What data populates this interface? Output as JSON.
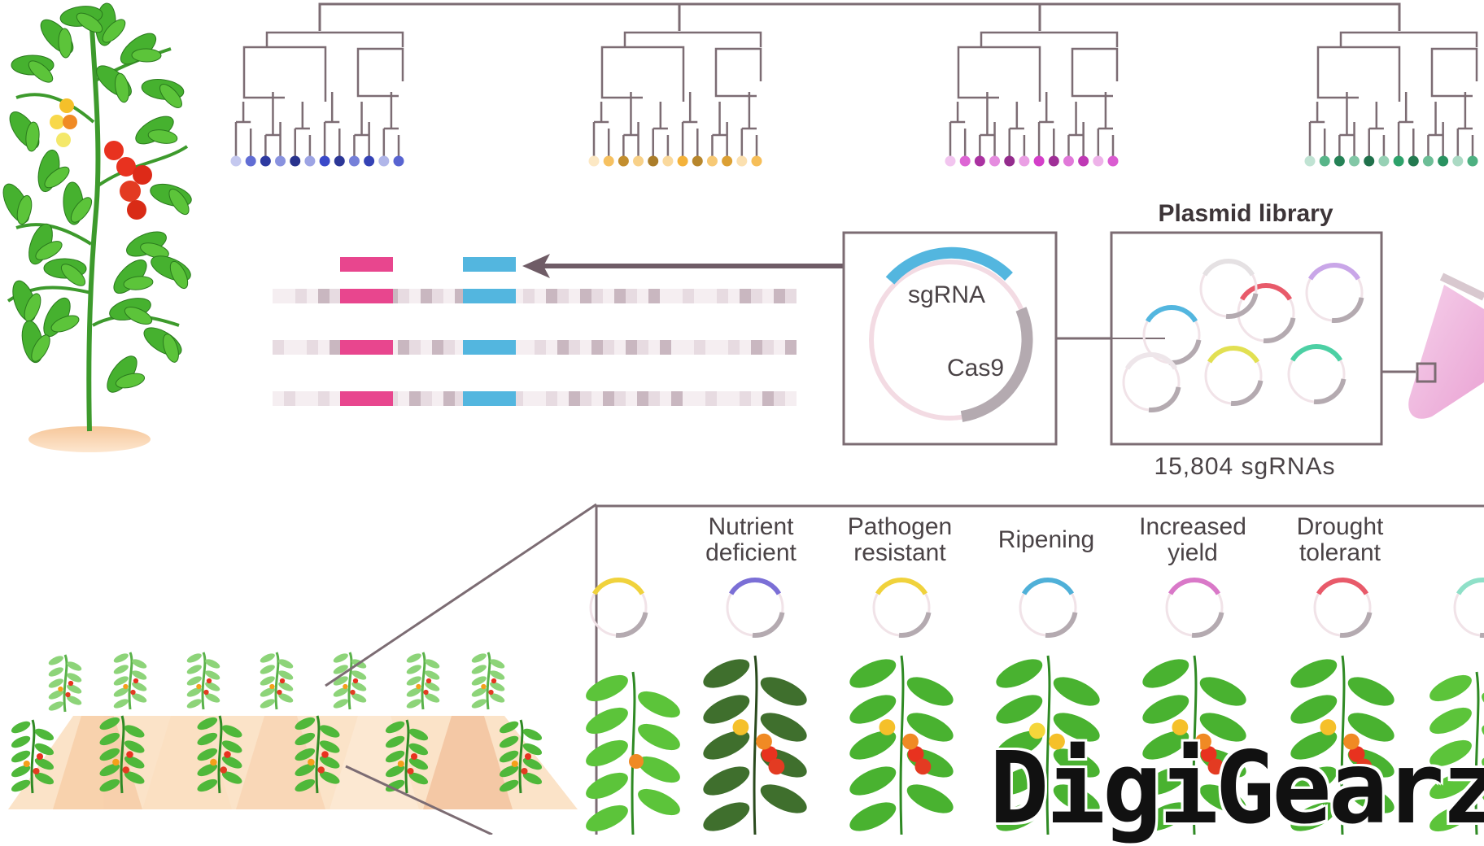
{
  "diagram": {
    "plasmid_library_title": "Plasmid library",
    "sgrna_count": "15,804  sgRNAs",
    "vector_labels": {
      "sgrna": "sgRNA",
      "cas9": "Cas9"
    },
    "traits": [
      {
        "line1": "Nutrient",
        "line2": "deficient",
        "color": "#7b6fd6"
      },
      {
        "line1": "Pathogen",
        "line2": "resistant",
        "color": "#f0d23c"
      },
      {
        "line1": "",
        "line2": "Ripening",
        "color": "#4fb0d8"
      },
      {
        "line1": "Increased",
        "line2": "yield",
        "color": "#d978c8"
      },
      {
        "line1": "Drought",
        "line2": "tolerant",
        "color": "#e85a6a"
      }
    ],
    "tree_colors": [
      "#3a49c9",
      "#f4b23a",
      "#d43fc9",
      "#2ea26b"
    ],
    "guide_colors": {
      "magenta": "#e8468e",
      "cyan": "#53b6df"
    }
  },
  "watermark": {
    "text": "DigiGearz"
  }
}
